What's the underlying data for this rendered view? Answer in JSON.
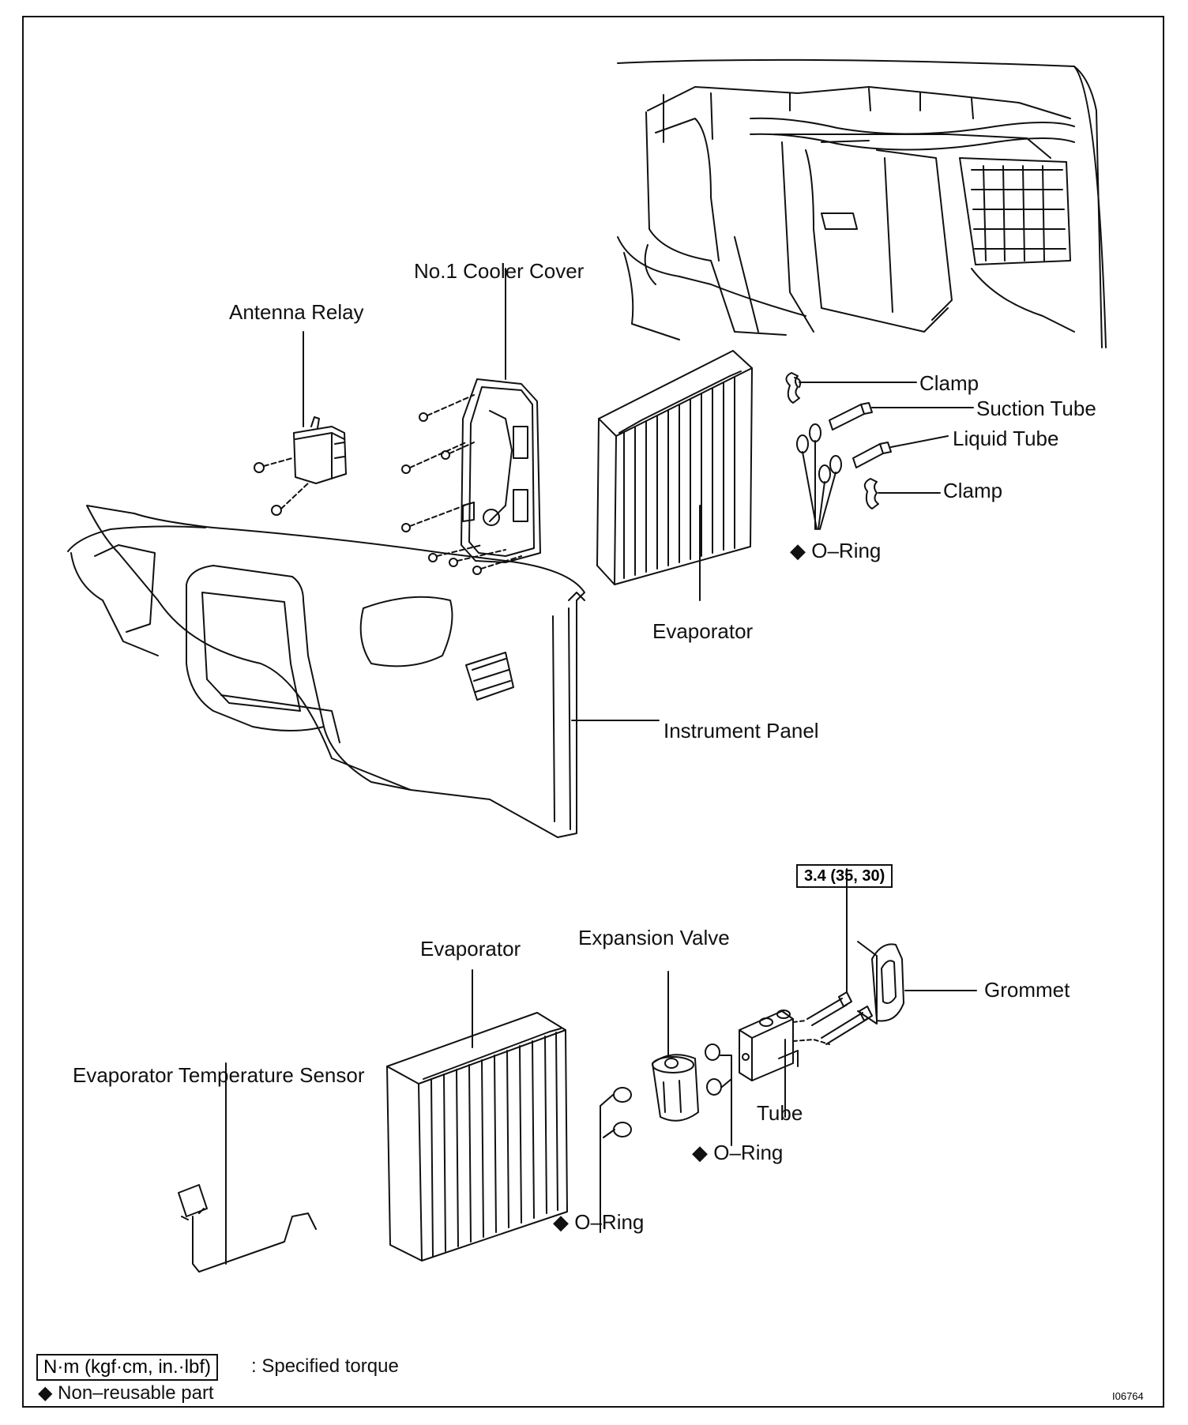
{
  "labels": {
    "no1_cooler_cover": "No.1 Cooler Cover",
    "antenna_relay": "Antenna Relay",
    "clamp_top": "Clamp",
    "suction_tube": "Suction Tube",
    "liquid_tube": "Liquid Tube",
    "clamp_bottom": "Clamp",
    "oring_top": "O–Ring",
    "evaporator_top": "Evaporator",
    "instrument_panel": "Instrument Panel",
    "torque": "3.4 (35, 30)",
    "expansion_valve": "Expansion Valve",
    "evaporator_bottom": "Evaporator",
    "grommet": "Grommet",
    "evaporator_temperature_sensor": "Evaporator Temperature Sensor",
    "tube": "Tube",
    "oring_mid": "O–Ring",
    "oring_bottom": "O–Ring"
  },
  "legend": {
    "torque_unit": "N·m (kgf·cm, in.·lbf)",
    "torque_desc": ": Specified torque",
    "nonreusable": "Non–reusable part"
  },
  "figure_code": "I06764",
  "symbols": {
    "nonreusable": "diamond-icon"
  }
}
